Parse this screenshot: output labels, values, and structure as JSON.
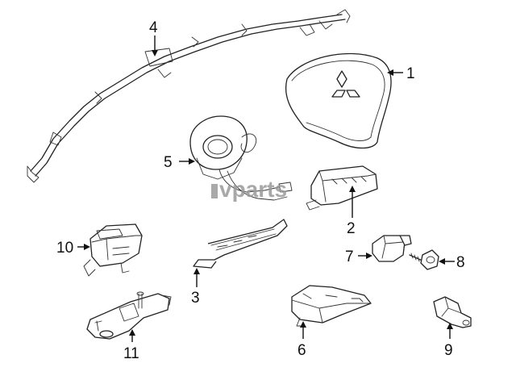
{
  "diagram": {
    "watermark": "vparts",
    "callouts": [
      "1",
      "2",
      "3",
      "4",
      "5",
      "6",
      "7",
      "8",
      "9",
      "10",
      "11"
    ],
    "parts": [
      {
        "id": "1",
        "name": "steering-wheel-airbag"
      },
      {
        "id": "2",
        "name": "sensor-module"
      },
      {
        "id": "3",
        "name": "bracket-plate"
      },
      {
        "id": "4",
        "name": "curtain-airbag"
      },
      {
        "id": "5",
        "name": "clock-spring"
      },
      {
        "id": "6",
        "name": "airbag-control-unit"
      },
      {
        "id": "7",
        "name": "impact-sensor"
      },
      {
        "id": "8",
        "name": "bolt"
      },
      {
        "id": "9",
        "name": "side-sensor"
      },
      {
        "id": "10",
        "name": "satellite-sensor"
      },
      {
        "id": "11",
        "name": "mounting-bracket"
      }
    ]
  }
}
